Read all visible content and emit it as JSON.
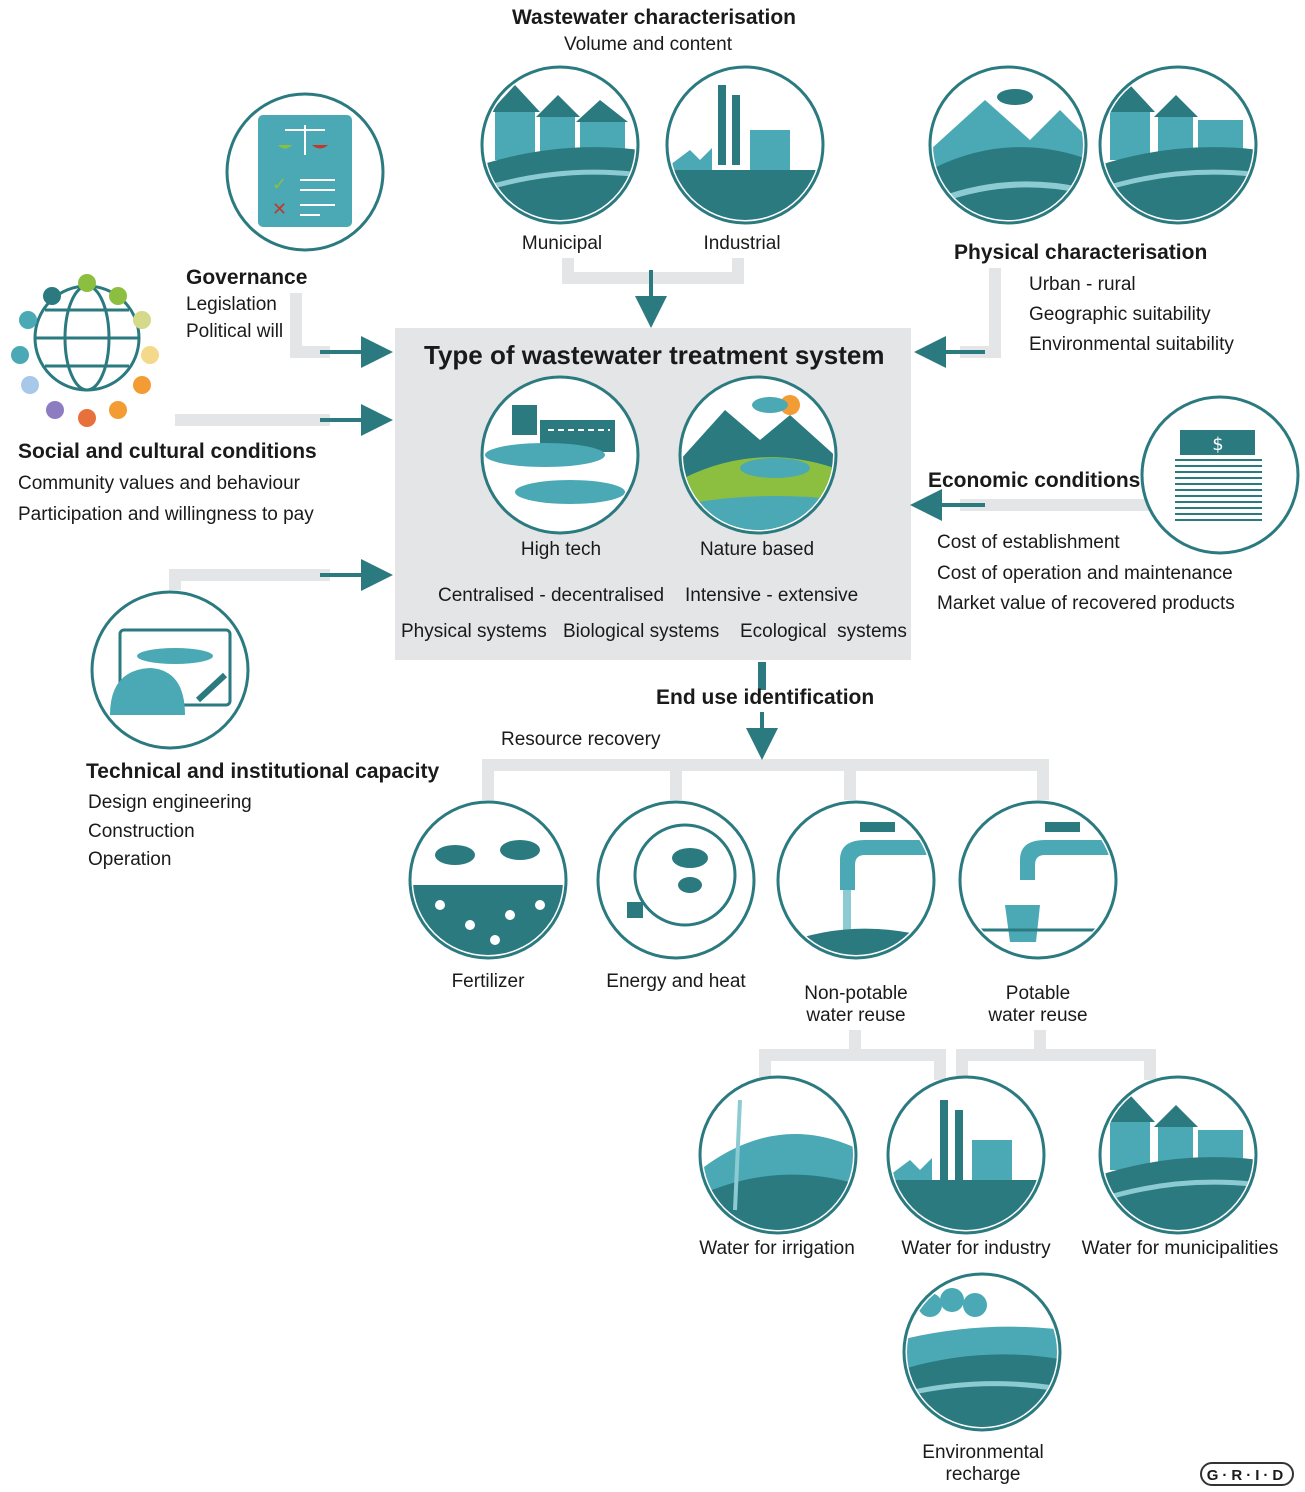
{
  "center": {
    "title": "Type of wastewater treatment system",
    "high_tech": "High tech",
    "nature_based": "Nature based",
    "centralised": "Centralised - decentralised",
    "intensive": "Intensive - extensive",
    "physical_systems": "Physical systems",
    "biological_systems": "Biological systems",
    "ecological_systems": "Ecological  systems"
  },
  "wastewater": {
    "title": "Wastewater characterisation",
    "subtitle": "Volume and content",
    "municipal": "Municipal",
    "industrial": "Industrial"
  },
  "governance": {
    "title": "Governance",
    "items": [
      "Legislation",
      "Political will"
    ]
  },
  "physical": {
    "title": "Physical characterisation",
    "items": [
      "Urban - rural",
      "Geographic suitability",
      "Environmental suitability"
    ]
  },
  "social": {
    "title": "Social and cultural conditions",
    "items": [
      "Community values and behaviour",
      "Participation and willingness to pay"
    ]
  },
  "economic": {
    "title": "Economic conditions",
    "items": [
      "Cost of establishment",
      "Cost of operation and maintenance",
      "Market value of recovered products"
    ]
  },
  "technical": {
    "title": "Technical and institutional capacity",
    "items": [
      "Design engineering",
      "Construction",
      "Operation"
    ]
  },
  "end_use": {
    "title": "End use identification",
    "resource_recovery": "Resource recovery",
    "fertilizer": "Fertilizer",
    "energy": "Energy and heat",
    "non_potable": "Non-potable water reuse",
    "potable": "Potable water reuse",
    "irrigation": "Water for irrigation",
    "industry": "Water for industry",
    "municipalities": "Water for municipalities",
    "recharge": "Environmental recharge"
  },
  "logo": "G·R·I·D",
  "colors": {
    "teal_dark": "#2a7a80",
    "teal": "#4aa9b4",
    "teal_light": "#8ccbd2",
    "connector": "#e4e5e6",
    "box": "#e4e5e6",
    "green": "#8cbf3f"
  }
}
